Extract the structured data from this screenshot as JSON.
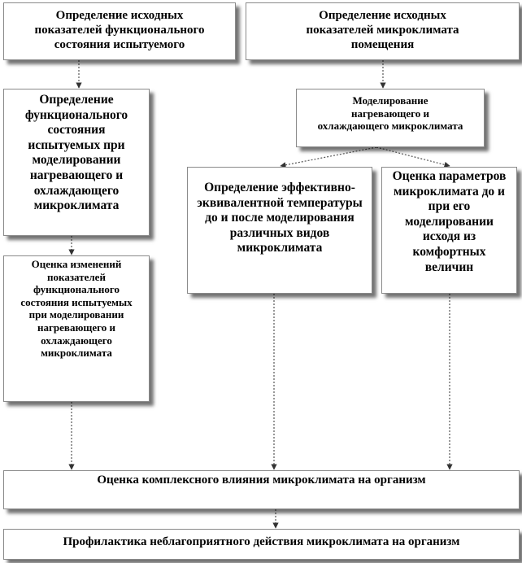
{
  "boxes": {
    "b1": "Определение исходных\nпоказателей функционального\nсостояния испытуемого",
    "b2": "Определение исходных\nпоказателей микроклимата\nпомещения",
    "b3": "Определение\nфункционального\nсостояния\nиспытуемых при\nмоделировании\nнагревающего и\nохлаждающего\nмикроклимата",
    "b4": "Моделирование\nнагревающего  и\nохлаждающего  микроклимата",
    "b5": "Определение эффективно-\nэквивалентной температуры\nдо и после моделирования\nразличных видов\nмикроклимата",
    "b6": "Оценка параметров\nмикроклимата до и\nпри его\nмоделировании\nисходя из\nкомфортных\nвеличин",
    "b7": "Оценка  изменений\nпоказателей\nфункционального\nсостояния испытуемых\nпри  моделировании\nнагревающего  и\nохлаждающего\nмикроклимата",
    "b8": "Оценка комплексного влияния микроклимата на организм",
    "b9": "Профилактика неблагоприятного действия микроклимата на организм"
  }
}
